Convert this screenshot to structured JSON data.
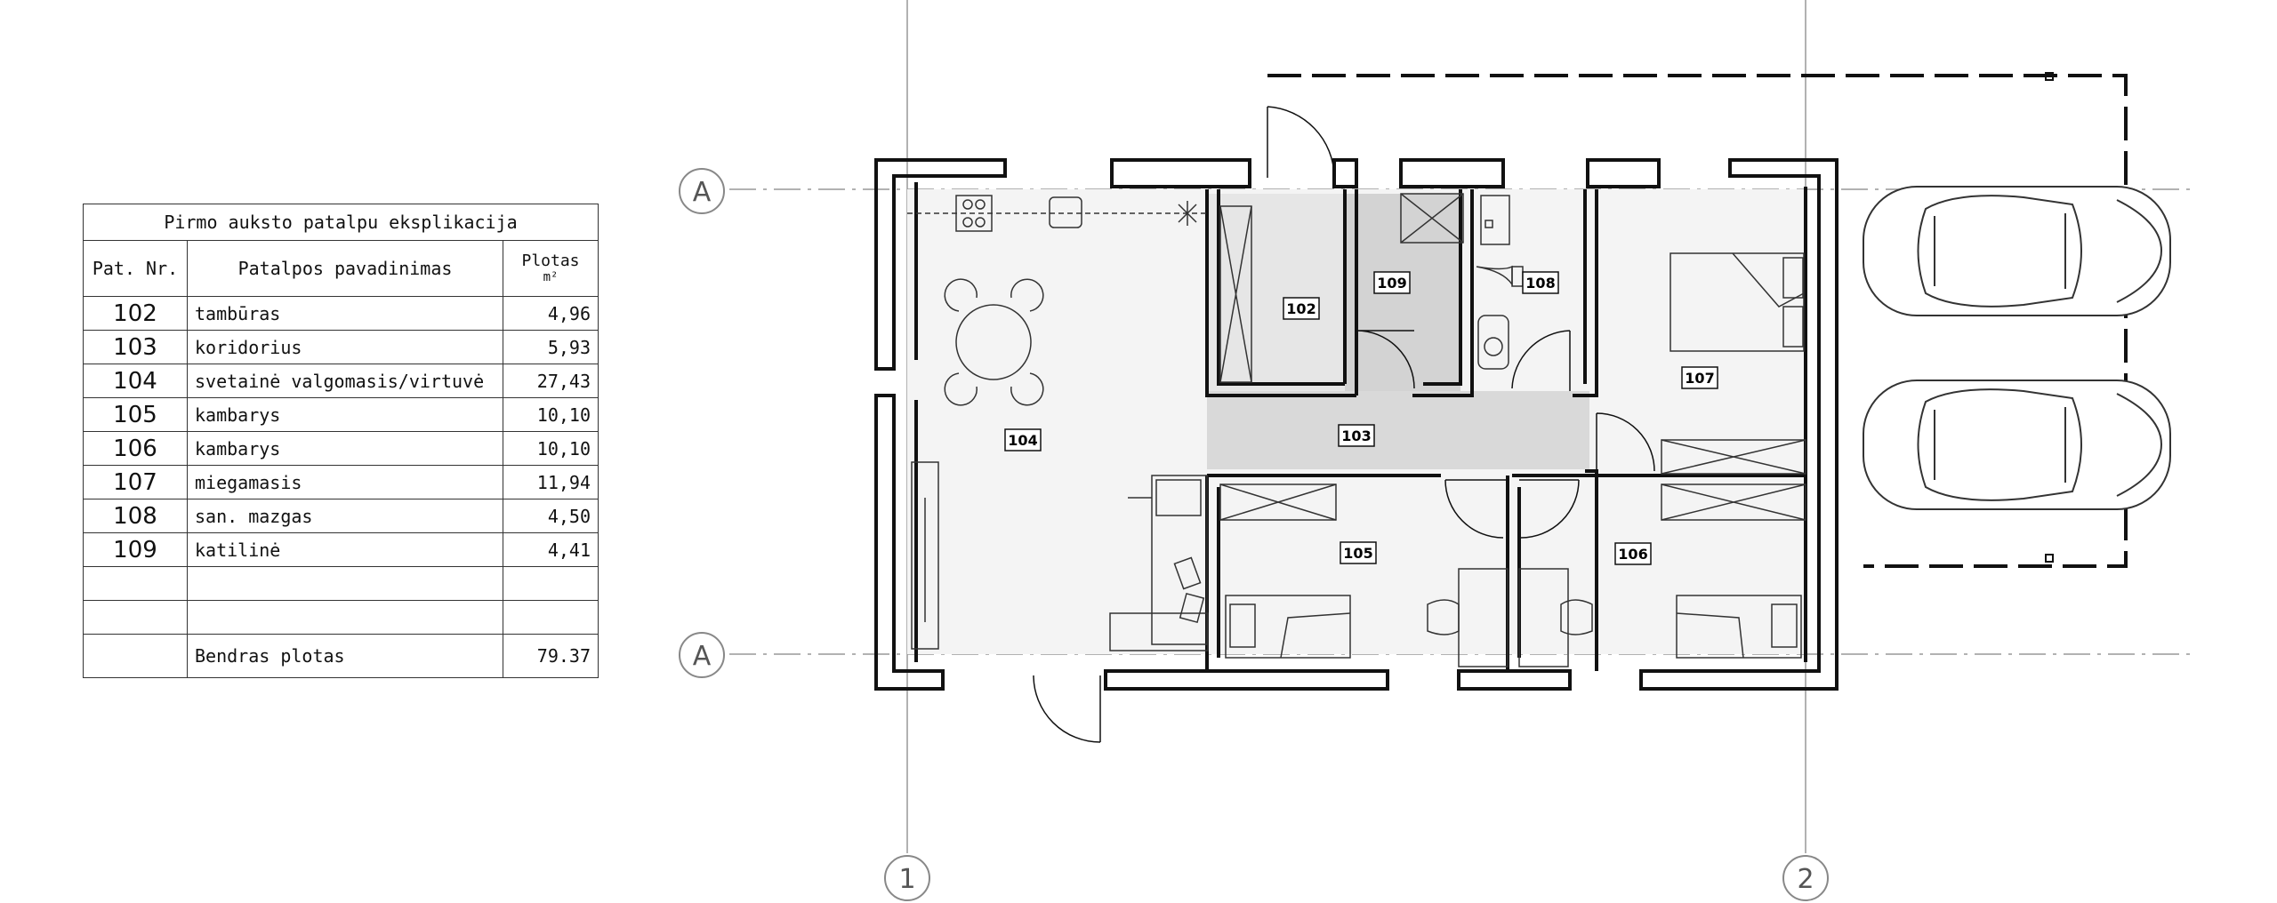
{
  "schedule": {
    "title": "Pirmo auksto patalpu eksplikacija",
    "col_nr": "Pat. Nr.",
    "col_name": "Patalpos pavadinimas",
    "col_area": "Plotas",
    "col_area_unit": "m²",
    "rows": [
      {
        "nr": "102",
        "name": "tambūras",
        "area": "4,96"
      },
      {
        "nr": "103",
        "name": "koridorius",
        "area": "5,93"
      },
      {
        "nr": "104",
        "name": "svetainė valgomasis/virtuvė",
        "area": "27,43"
      },
      {
        "nr": "105",
        "name": "kambarys",
        "area": "10,10"
      },
      {
        "nr": "106",
        "name": "kambarys",
        "area": "10,10"
      },
      {
        "nr": "107",
        "name": "miegamasis",
        "area": "11,94"
      },
      {
        "nr": "108",
        "name": "san. mazgas",
        "area": "4,50"
      },
      {
        "nr": "109",
        "name": "katilinė",
        "area": "4,41"
      }
    ],
    "total_label": "Bendras plotas",
    "total_value": "79.37"
  },
  "plan": {
    "room_labels": {
      "r102": "102",
      "r103": "103",
      "r104": "104",
      "r105": "105",
      "r106": "106",
      "r107": "107",
      "r108": "108",
      "r109": "109"
    },
    "grid_axes": {
      "row_a_top": "A",
      "row_a_bottom": "A",
      "col_1": "1",
      "col_2": "2"
    }
  }
}
